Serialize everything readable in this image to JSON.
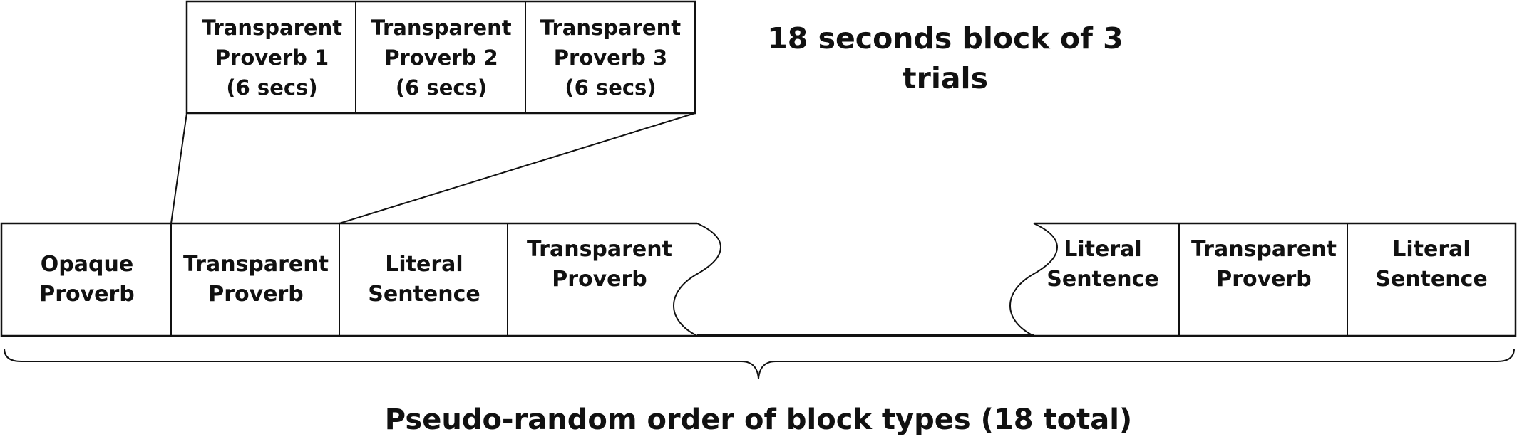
{
  "zoomed_block": {
    "caption": "18 seconds block of 3 trials",
    "caption_lines": [
      "18 seconds block of 3",
      "trials"
    ],
    "trials": [
      {
        "lines": [
          "Transparent",
          "Proverb 1",
          "(6 secs)"
        ]
      },
      {
        "lines": [
          "Transparent",
          "Proverb 2",
          "(6 secs)"
        ]
      },
      {
        "lines": [
          "Transparent",
          "Proverb 3",
          "(6 secs)"
        ]
      }
    ]
  },
  "sequence": {
    "caption": "Pseudo-random order of block types (18 total)",
    "blocks": [
      {
        "lines": [
          "Opaque",
          "Proverb"
        ]
      },
      {
        "lines": [
          "Transparent",
          "Proverb"
        ]
      },
      {
        "lines": [
          "Literal",
          "Sentence"
        ]
      },
      {
        "lines": [
          "Transparent",
          "Proverb"
        ]
      },
      {
        "lines": [
          "Literal",
          "Sentence"
        ]
      },
      {
        "lines": [
          "Transparent",
          "Proverb"
        ]
      },
      {
        "lines": [
          "Literal",
          "Sentence"
        ]
      }
    ]
  },
  "colors": {
    "stroke": "#111111",
    "text": "#111111",
    "background": "#ffffff"
  }
}
